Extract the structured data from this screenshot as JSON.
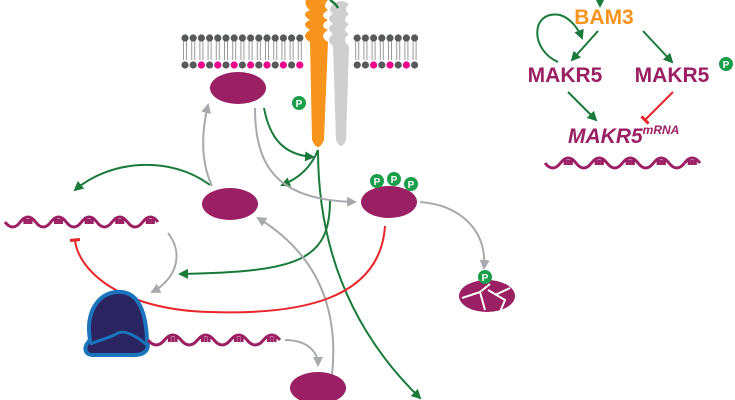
{
  "labels": {
    "bam3": "BAM3",
    "makr5_left": "MAKR5",
    "makr5_right": "MAKR5",
    "makr5_mrna": "MAKR5",
    "mrna_superscript": "mRNA",
    "phospho": "P"
  },
  "colors": {
    "protein": "#9b1f63",
    "activation": "#1a7a3a",
    "inhibition": "#e8262a",
    "receptor": "#f7941d",
    "coreceptor": "#cfcfd0",
    "flow": "#a7a9ac",
    "ribosome_fill": "#2a2560",
    "ribosome_outline": "#1c75bc",
    "lipid_head": "#58595b",
    "lipid_pink": "#ec008c"
  }
}
